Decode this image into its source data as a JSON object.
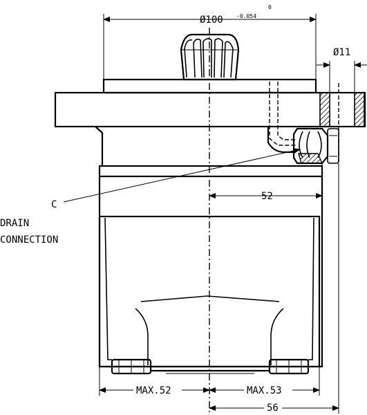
{
  "dimensions": {
    "flange_diameter": "Ø100",
    "flange_tolerance_lower": "-0.054",
    "flange_tolerance_upper": "0",
    "hole_diameter": "Ø11",
    "drain_offset": "52",
    "max_left": "MAX.52",
    "max_right": "MAX.53",
    "bolt_offset": "56"
  },
  "labels": {
    "callout_letter": "C",
    "drain_line1": "DRAIN",
    "drain_line2": "CONNECTION"
  }
}
